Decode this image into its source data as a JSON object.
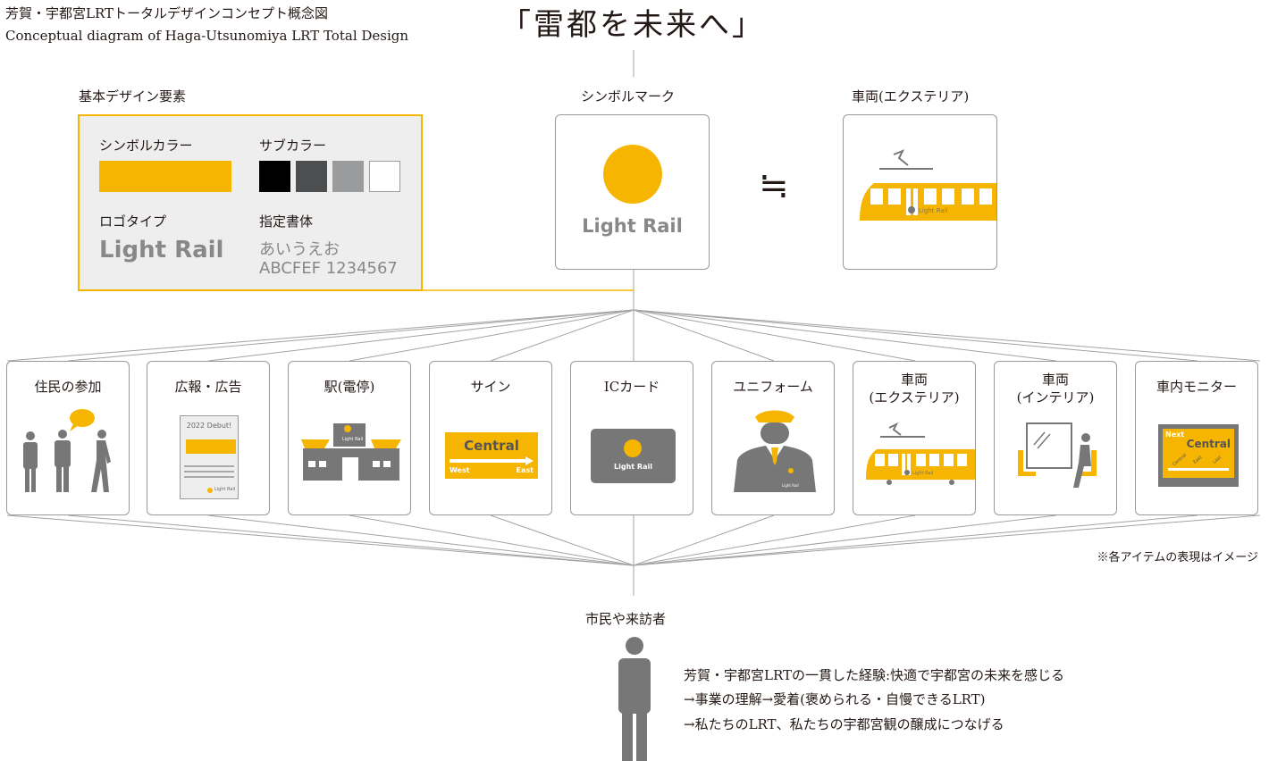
{
  "header": {
    "title_ja": "芳賀・宇都宮LRTトータルデザインコンセプト概念図",
    "title_en": "Conceptual diagram of Haga-Utsunomiya LRT Total Design",
    "slogan": "「雷都を未来へ」"
  },
  "basic_design": {
    "heading": "基本デザイン要素",
    "symbol_color_label": "シンボルカラー",
    "sub_color_label": "サブカラー",
    "logotype_label": "ロゴタイプ",
    "logotype_text": "Light Rail",
    "font_label": "指定書体",
    "font_sample_kana": "あいうえお",
    "font_sample_latin": "ABCFEF 1234567",
    "colors": {
      "symbol": "#f5b500",
      "sub": [
        "#000000",
        "#4d4e50",
        "#9a9b9d",
        "#ffffff"
      ]
    }
  },
  "symbol_mark": {
    "heading": "シンボルマーク",
    "text": "Light Rail"
  },
  "approx_symbol": "≒",
  "vehicle_top": {
    "heading": "車両(エクステリア)",
    "logo_text": "Light Rail"
  },
  "items": [
    {
      "title": "住民の参加",
      "icon": "people-speech-icon"
    },
    {
      "title": "広報・広告",
      "icon": "poster-icon",
      "poster_text": "2022 Debut!",
      "poster_logo": "Light Rail"
    },
    {
      "title": "駅(電停)",
      "icon": "station-icon",
      "sign_text": "Light Rail"
    },
    {
      "title": "サイン",
      "icon": "sign-icon",
      "sign_main": "Central",
      "sign_left": "West",
      "sign_right": "East"
    },
    {
      "title": "ICカード",
      "icon": "ic-card-icon",
      "card_text": "Light Rail"
    },
    {
      "title": "ユニフォーム",
      "icon": "uniform-icon",
      "badge_text": "Light Rail"
    },
    {
      "title": "車両\n(エクステリア)",
      "title_l1": "車両",
      "title_l2": "(エクステリア)",
      "icon": "tram-exterior-icon",
      "logo_text": "Light Rail"
    },
    {
      "title": "車両\n(インテリア)",
      "title_l1": "車両",
      "title_l2": "(インテリア)",
      "icon": "tram-interior-icon"
    },
    {
      "title": "車内モニター",
      "icon": "monitor-icon",
      "monitor_next": "Next",
      "monitor_station": "Central",
      "monitor_stops": [
        "Central",
        "East",
        "Last"
      ]
    }
  ],
  "note": "※各アイテムの表現はイメージ",
  "target": {
    "label": "市民や来訪者",
    "icon": "person-icon"
  },
  "message": [
    "芳賀・宇都宮LRTの一貫した経験:快適で宇都宮の未来を感じる",
    "→事業の理解→愛着(褒められる・自慢できるLRT)",
    "→私たちのLRT、私たちの宇都宮観の醸成につなげる"
  ]
}
